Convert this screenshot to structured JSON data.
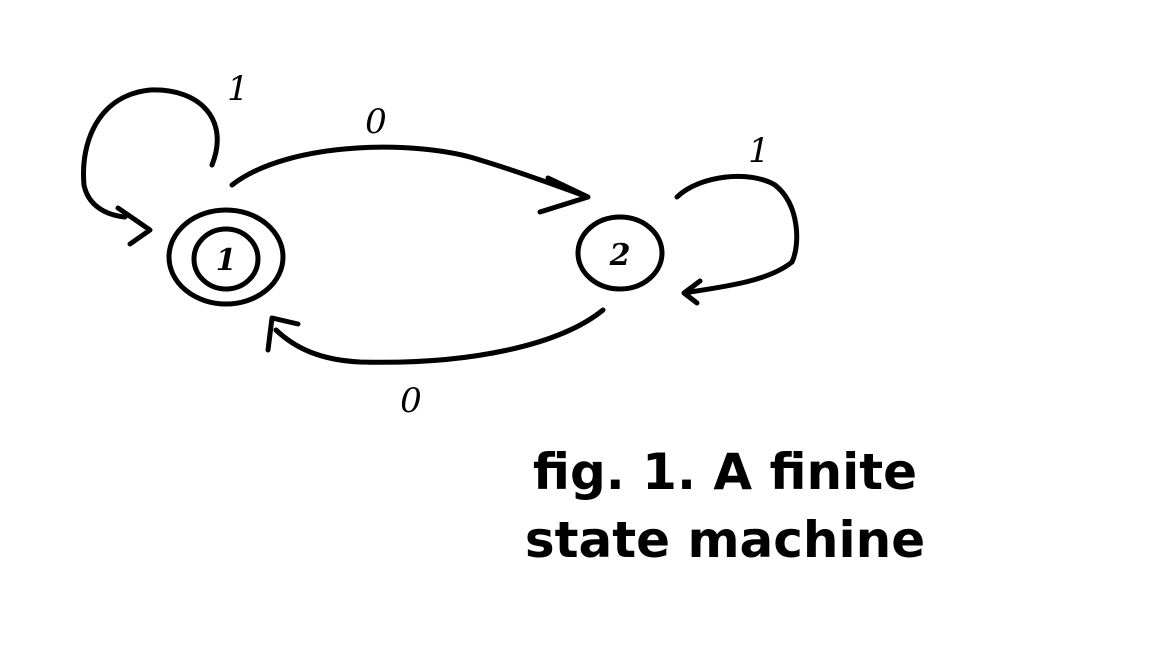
{
  "diagram": {
    "states": [
      {
        "id": "1",
        "label": "1",
        "accepting": true
      },
      {
        "id": "2",
        "label": "2",
        "accepting": false
      }
    ],
    "transitions": [
      {
        "from": "1",
        "to": "1",
        "label": "1"
      },
      {
        "from": "1",
        "to": "2",
        "label": "0"
      },
      {
        "from": "2",
        "to": "2",
        "label": "1"
      },
      {
        "from": "2",
        "to": "1",
        "label": "0"
      }
    ]
  },
  "caption": {
    "line1": "fig. 1. A finite",
    "line2": "state machine"
  },
  "colors": {
    "ink": "#000000",
    "background": "#ffffff"
  }
}
